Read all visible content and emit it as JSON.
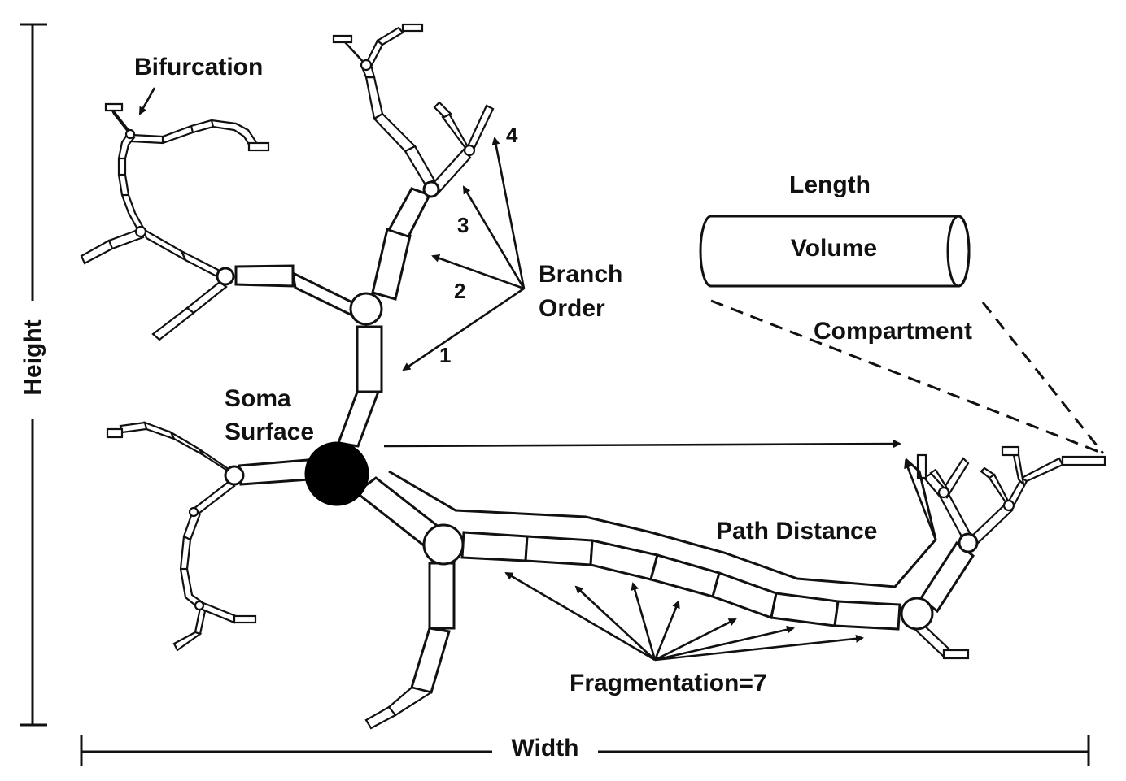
{
  "labels": {
    "bifurcation": "Bifurcation",
    "length": "Length",
    "volume": "Volume",
    "compartment": "Compartment",
    "branch_order_line1": "Branch",
    "branch_order_line2": "Order",
    "soma_line1": "Soma",
    "soma_line2": "Surface",
    "path_distance": "Path Distance",
    "fragmentation": "Fragmentation=7",
    "height": "Height",
    "width": "Width"
  },
  "branch_order_numbers": [
    "1",
    "2",
    "3",
    "4"
  ]
}
